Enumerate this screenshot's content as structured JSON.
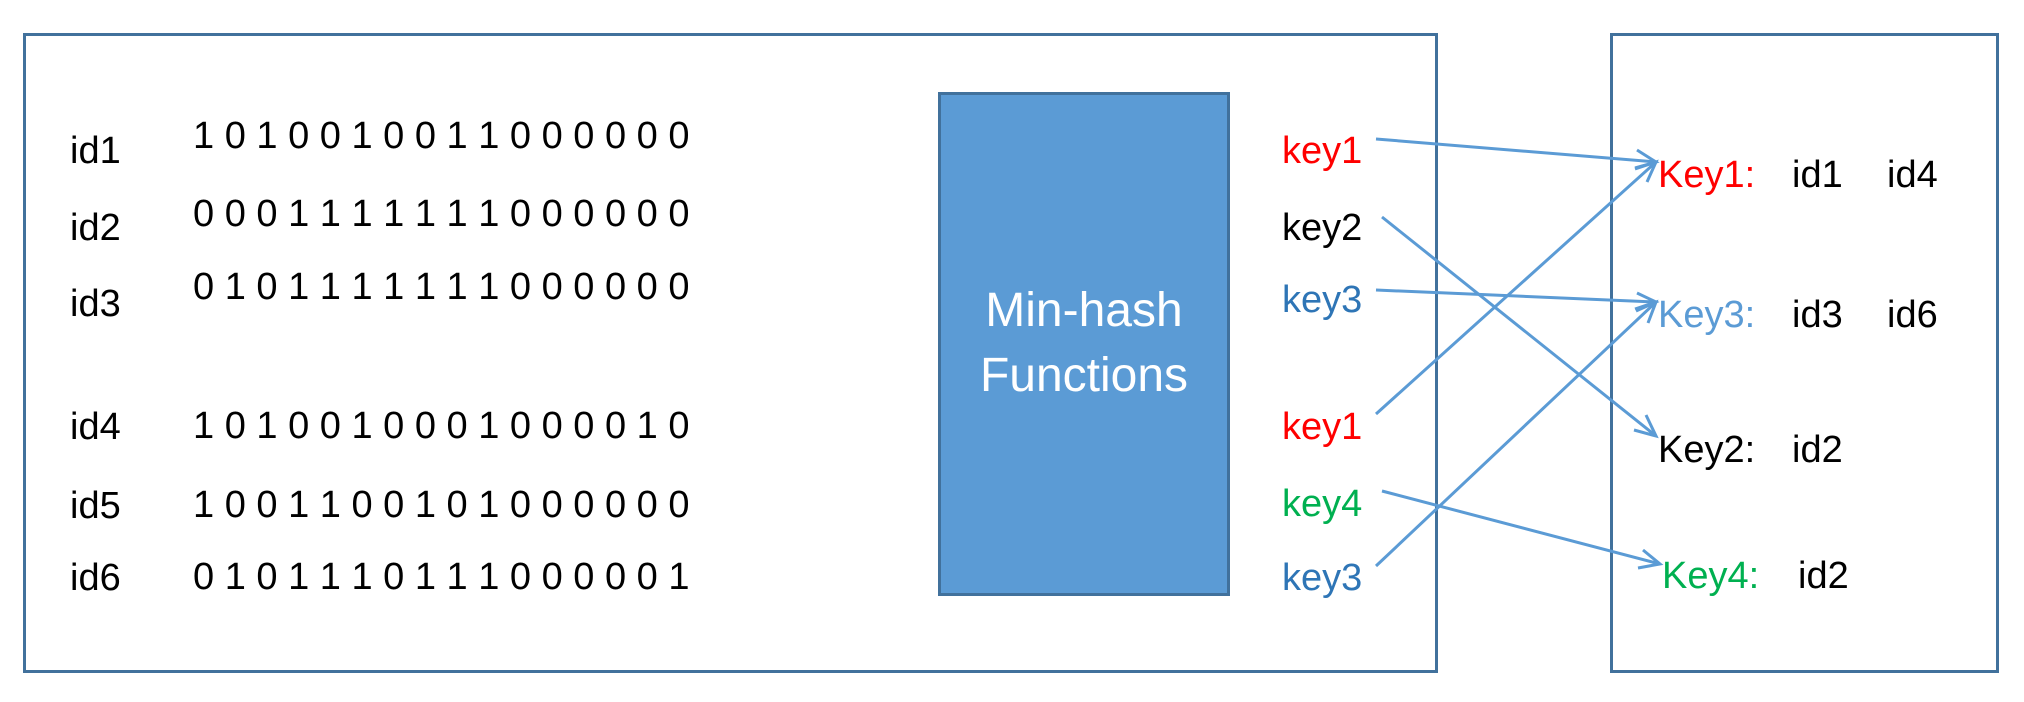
{
  "colors": {
    "frame": "#41719C",
    "box": "#5B9BD5",
    "arrow": "#5B9BD5",
    "red": "#FF0000",
    "blue": "#2E75B6",
    "light_blue": "#5B9BD5",
    "green": "#00B050",
    "black": "#000000"
  },
  "rows": [
    {
      "id": "id1",
      "bits": "1 0 1 0 0 1 0 0 1 1 0 0 0 0 0 0"
    },
    {
      "id": "id2",
      "bits": "0 0 0 1 1 1 1 1 1 1 0 0 0 0 0 0"
    },
    {
      "id": "id3",
      "bits": "0 1 0 1 1 1 1 1 1 1 0 0 0 0 0 0"
    },
    {
      "id": "id4",
      "bits": "1 0 1 0 0 1 0 0 0 1 0 0 0 0 1 0"
    },
    {
      "id": "id5",
      "bits": "1 0 0 1 1 0 0 1 0 1 0 0 0 0 0 0"
    },
    {
      "id": "id6",
      "bits": "0 1 0 1 1 1 0 1 1 1 0 0 0 0 0 1"
    }
  ],
  "minhash": {
    "label": "Min-hash\nFunctions"
  },
  "keys": [
    {
      "text": "key1",
      "color": "#FF0000"
    },
    {
      "text": "key2",
      "color": "#000000"
    },
    {
      "text": "key3",
      "color": "#2E75B6"
    },
    {
      "text": "key1",
      "color": "#FF0000"
    },
    {
      "text": "key4",
      "color": "#00B050"
    },
    {
      "text": "key3",
      "color": "#2E75B6"
    }
  ],
  "buckets": [
    {
      "key": "Key1:",
      "key_color": "#FF0000",
      "ids": [
        "id1",
        "id4"
      ]
    },
    {
      "key": "Key3:",
      "key_color": "#5B9BD5",
      "ids": [
        "id3",
        "id6"
      ]
    },
    {
      "key": "Key2:",
      "key_color": "#000000",
      "ids": [
        "id2"
      ]
    },
    {
      "key": "Key4:",
      "key_color": "#00B050",
      "ids": [
        "id2"
      ]
    }
  ],
  "arrow_links": [
    {
      "from_key": 0,
      "to_bucket": 0
    },
    {
      "from_key": 1,
      "to_bucket": 2
    },
    {
      "from_key": 2,
      "to_bucket": 1
    },
    {
      "from_key": 3,
      "to_bucket": 0
    },
    {
      "from_key": 4,
      "to_bucket": 3
    },
    {
      "from_key": 5,
      "to_bucket": 1
    }
  ]
}
